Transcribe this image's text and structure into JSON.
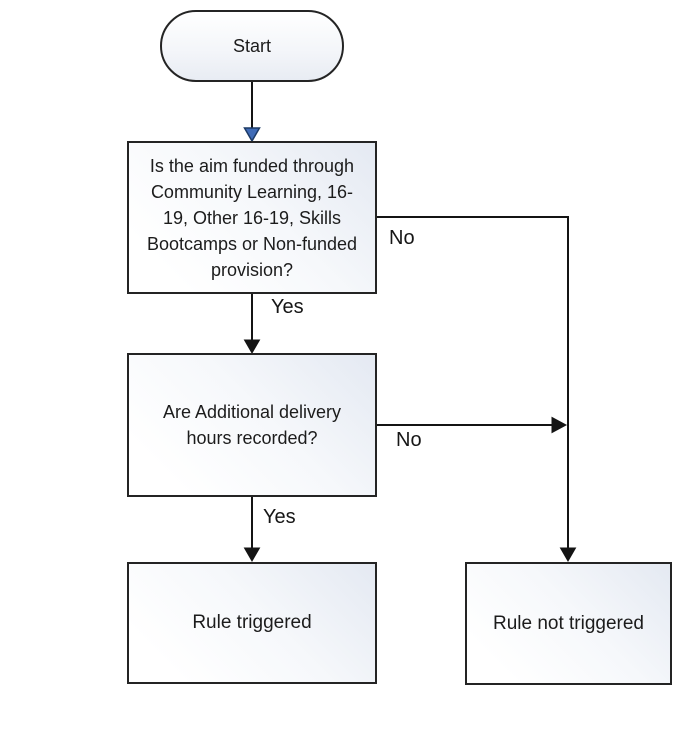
{
  "diagram": {
    "type": "flowchart",
    "colors": {
      "background": "#ffffff",
      "line": "#141414",
      "node_border": "#242424",
      "node_fill_light": "#ffffff",
      "node_fill_shade": "#e4e9f2",
      "accent_arrowhead_fill": "#3f6bb7",
      "accent_arrowhead_stroke": "#1c3a66",
      "text": "#1c1c1c"
    },
    "nodes": {
      "start": {
        "label": "Start",
        "shape": "terminator"
      },
      "decision1": {
        "label": "Is the aim funded through\nCommunity Learning, 16-\n19, Other 16-19, Skills\nBootcamps or Non-funded\nprovision?",
        "shape": "process"
      },
      "decision2": {
        "label": "Are Additional delivery\nhours recorded?",
        "shape": "process"
      },
      "result_yes": {
        "label": "Rule triggered",
        "shape": "process"
      },
      "result_no": {
        "label": "Rule not triggered",
        "shape": "process"
      }
    },
    "edges": {
      "start_to_decision1": {
        "label": ""
      },
      "decision1_no": {
        "label": "No"
      },
      "decision1_yes": {
        "label": "Yes"
      },
      "decision2_no": {
        "label": "No"
      },
      "decision2_yes": {
        "label": "Yes"
      }
    }
  }
}
